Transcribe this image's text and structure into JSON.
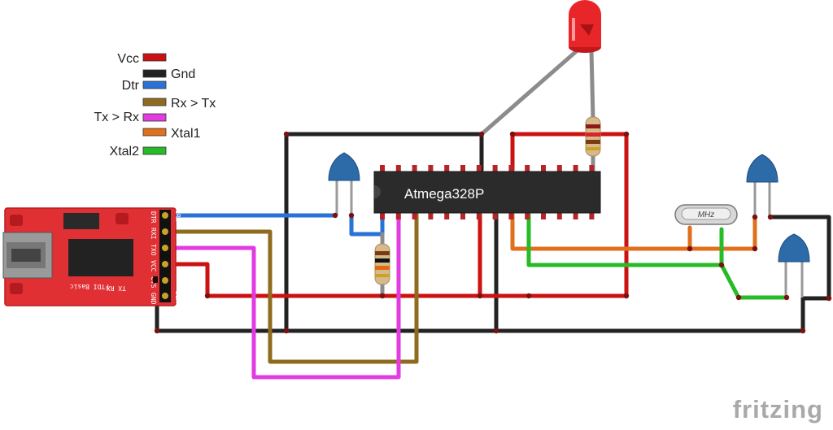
{
  "legend": [
    {
      "label": "Vcc",
      "color": "#cc1111"
    },
    {
      "label": "Gnd",
      "color": "#222222"
    },
    {
      "label": "Dtr",
      "color": "#2a72d6"
    },
    {
      "label": "Rx > Tx",
      "color": "#8e6b1e"
    },
    {
      "label": "Tx > Rx",
      "color": "#e23be0"
    },
    {
      "label": "Xtal1",
      "color": "#e0701c"
    },
    {
      "label": "Xtal2",
      "color": "#27bb27"
    }
  ],
  "chip": {
    "label": "Atmega328P"
  },
  "ftdi": {
    "name": "FTDI Basic",
    "tx_rx": "TX RX",
    "pins": [
      "DTR",
      "RXI",
      "TXO",
      "VCC",
      "CTS",
      "GND"
    ],
    "grn": "GRN",
    "blk": "BLK"
  },
  "crystal": {
    "label": "MHz"
  },
  "brand": "fritzing",
  "colors": {
    "board": "#e03034",
    "chip": "#2b2b2b",
    "capacitor": "#2c6aa8",
    "led": "#e8262a",
    "led_lead": "#8c8c8c"
  }
}
